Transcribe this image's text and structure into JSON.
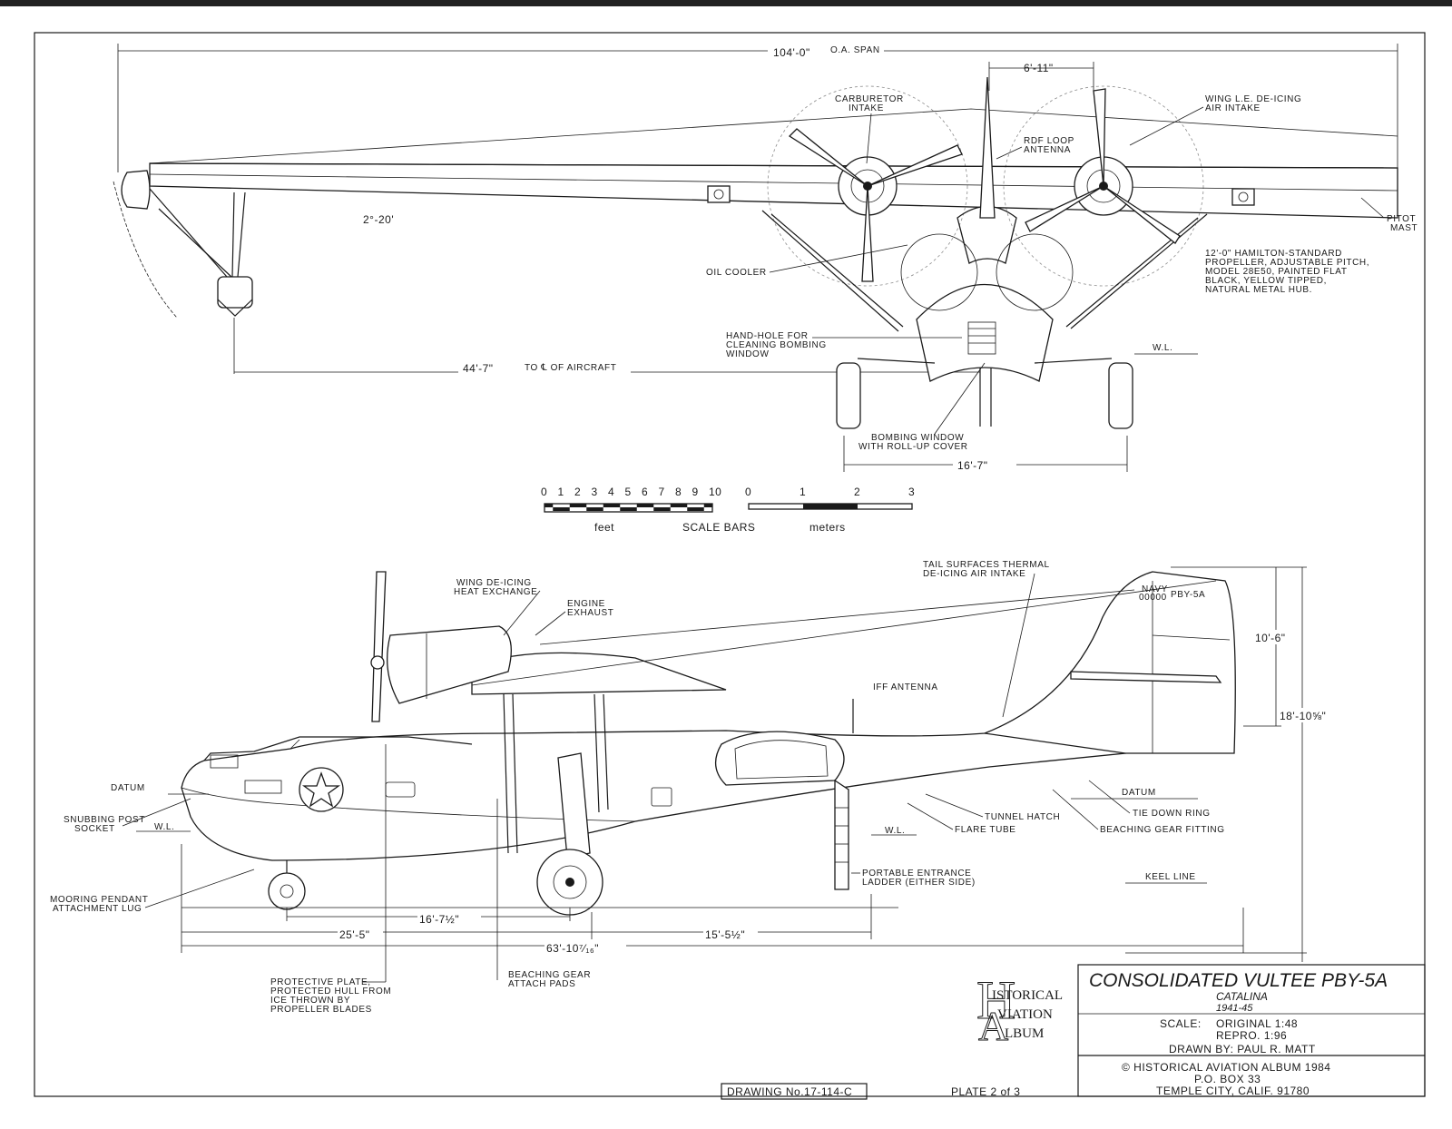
{
  "front_view": {
    "span": "104'-0\"",
    "span_note": "O.A. SPAN",
    "engine_spacing": "6'-11\"",
    "dihedral": "2°-20'",
    "half_span": "44'-7\"",
    "half_span_note": "TO ℄ OF AIRCRAFT",
    "gear_track": "16'-7\"",
    "wl": "W.L.",
    "callouts": {
      "carb_1": "CARBURETOR",
      "carb_2": "INTAKE",
      "rdf_1": "RDF LOOP",
      "rdf_2": "ANTENNA",
      "deice_1": "WING L.E. DE-ICING",
      "deice_2": "AIR INTAKE",
      "pitot_1": "PITOT",
      "pitot_2": "MAST",
      "prop_1": "12'-0\" HAMILTON-STANDARD",
      "prop_2": "PROPELLER, ADJUSTABLE PITCH,",
      "prop_3": "MODEL 28E50, PAINTED FLAT",
      "prop_4": "BLACK, YELLOW TIPPED,",
      "prop_5": "NATURAL METAL HUB.",
      "oil": "OIL COOLER",
      "hand_1": "HAND-HOLE FOR",
      "hand_2": "CLEANING BOMBING",
      "hand_3": "WINDOW",
      "bomb_1": "BOMBING WINDOW",
      "bomb_2": "WITH ROLL-UP COVER"
    }
  },
  "scale_bars": {
    "feet_ticks": [
      "0",
      "1",
      "2",
      "3",
      "4",
      "5",
      "6",
      "7",
      "8",
      "9",
      "10"
    ],
    "meter_ticks": [
      "0",
      "1",
      "2",
      "3"
    ],
    "feet_label": "feet",
    "caption": "SCALE BARS",
    "meters_label": "meters"
  },
  "side_view": {
    "tail_height": "10'-6\"",
    "overall_height": "18'-10⅝\"",
    "len_1": "25'-5\"",
    "len_2": "16'-7½\"",
    "len_total": "63'-10⁷⁄₁₆\"",
    "len_3": "15'-5½\"",
    "tail_navy": "NAVY",
    "tail_serial": "00000",
    "tail_type": "PBY-5A",
    "datum": "DATUM",
    "wl": "W.L.",
    "keel": "KEEL LINE",
    "callouts": {
      "wing_1": "WING DE-ICING",
      "wing_2": "HEAT EXCHANGE",
      "exh_1": "ENGINE",
      "exh_2": "EXHAUST",
      "tail_1": "TAIL SURFACES THERMAL",
      "tail_2": "DE-ICING AIR INTAKE",
      "iff": "IFF ANTENNA",
      "snub_1": "SNUBBING POST",
      "snub_2": "SOCKET",
      "moor_1": "MOORING PENDANT",
      "moor_2": "ATTACHMENT LUG",
      "tunnel": "TUNNEL HATCH",
      "flare": "FLARE TUBE",
      "tie": "TIE DOWN RING",
      "beach_fit": "BEACHING GEAR FITTING",
      "ladder_1": "PORTABLE ENTRANCE",
      "ladder_2": "LADDER (EITHER SIDE)",
      "plate_1": "PROTECTIVE PLATE,",
      "plate_2": "PROTECTED HULL FROM",
      "plate_3": "ICE THROWN BY",
      "plate_4": "PROPELLER BLADES",
      "pads_1": "BEACHING GEAR",
      "pads_2": "ATTACH PADS"
    }
  },
  "logo": {
    "line1": "ISTORICAL",
    "line2": "VIATION",
    "line3": "LBUM"
  },
  "title_block": {
    "title": "CONSOLIDATED VULTEE PBY-5A",
    "name": "CATALINA",
    "years": "1941-45",
    "scale_label": "SCALE:",
    "scale_original": "ORIGINAL  1:48",
    "scale_repro": "REPRO.   1:96",
    "drawn_by": "DRAWN BY: PAUL R. MATT",
    "copyright": "© HISTORICAL AVIATION ALBUM 1984",
    "po_box": "P.O. BOX 33",
    "address": "TEMPLE CITY, CALIF. 91780"
  },
  "drawing_no": "DRAWING No.17-114-C",
  "plate": "PLATE 2 of 3"
}
